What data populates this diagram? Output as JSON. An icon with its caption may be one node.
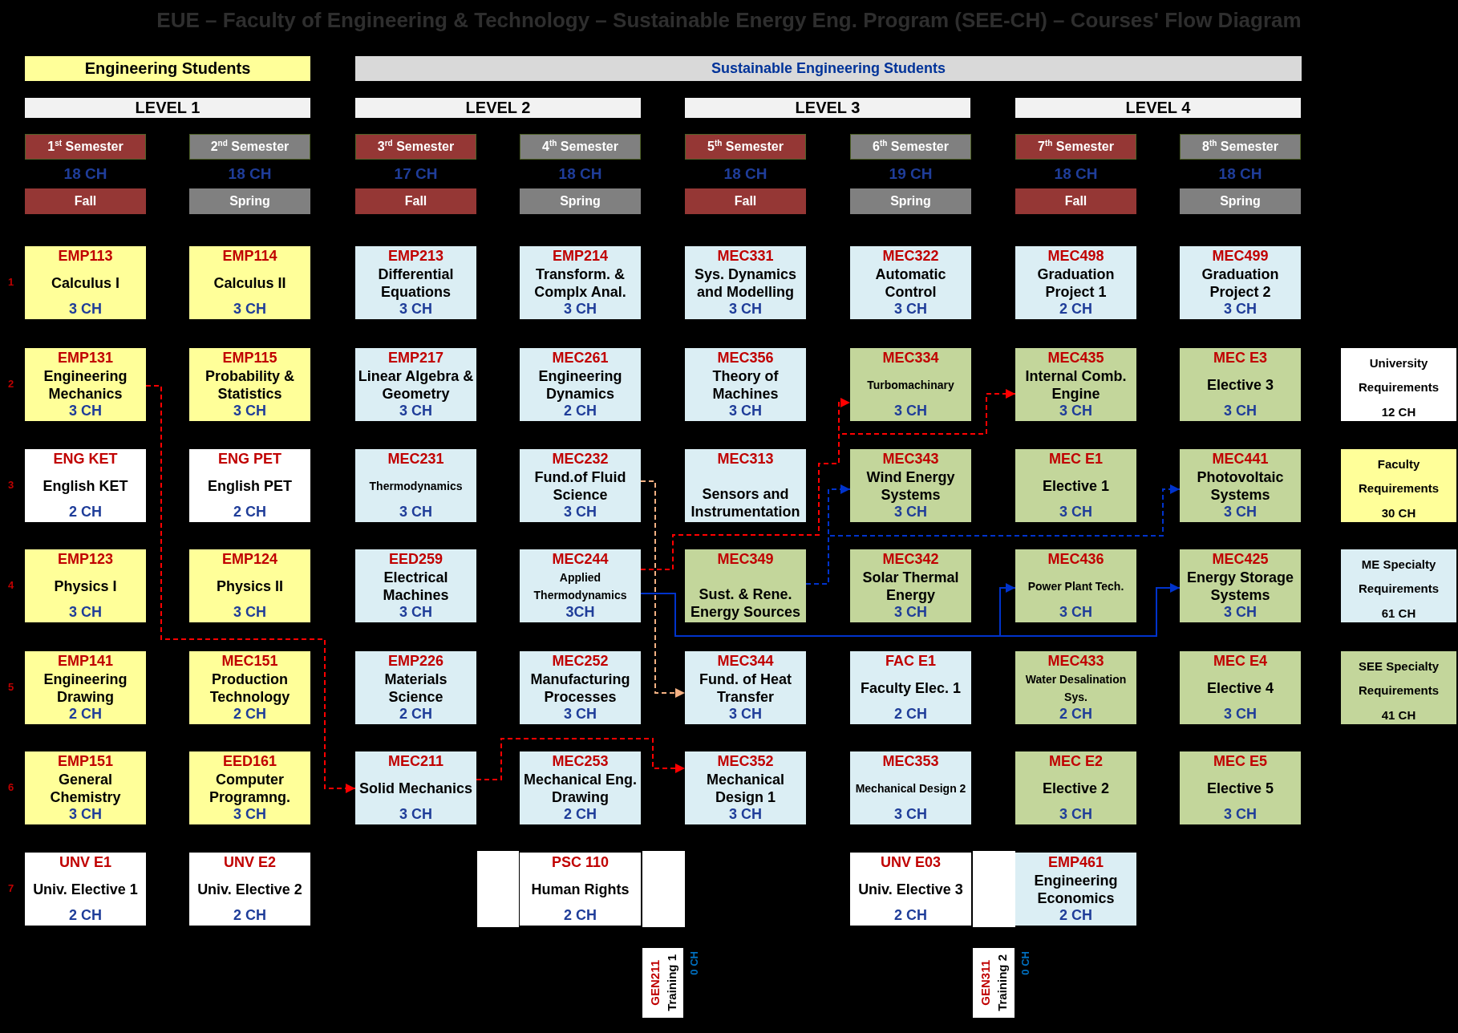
{
  "diagram": {
    "title": "EUE – Faculty of Engineering & Technology – Sustainable Energy Eng. Program (SEE-CH) – Courses' Flow Diagram",
    "nodes": [
      {
        "text": [
          "Engineering Students"
        ]
      },
      {
        "text": [
          "Sustainable Engineering Students"
        ]
      },
      {
        "text": [
          "LEVEL 1"
        ]
      },
      {
        "text": [
          "LEVEL 2"
        ]
      },
      {
        "text": [
          "LEVEL 3"
        ]
      },
      {
        "text": [
          "LEVEL 4"
        ]
      },
      {
        "text": [
          "1$^{st}$ Semester"
        ]
      },
      {
        "text": [
          "2$^{nd}$ Semester"
        ]
      },
      {
        "text": [
          "3$^{rd}$ Semester"
        ]
      },
      {
        "text": [
          "4$^{th}$ Semester"
        ]
      },
      {
        "text": [
          "5$^{th}$ Semester"
        ]
      },
      {
        "text": [
          "6$^{th}$ Semester"
        ]
      },
      {
        "text": [
          "7$^{th}$ Semester"
        ]
      },
      {
        "text": [
          "8$^{th}$ Semester"
        ]
      },
      {
        "text": [
          "Fall"
        ]
      },
      {
        "text": [
          "Spring"
        ]
      },
      {
        "text": [
          "Fall"
        ]
      },
      {
        "text": [
          "Spring"
        ]
      },
      {
        "text": [
          "Fall"
        ]
      },
      {
        "text": [
          "Spring"
        ]
      },
      {
        "text": [
          "Fall"
        ]
      },
      {
        "text": [
          "Spring"
        ]
      },
      {
        "text": [
          "EMP113",
          "Calculus I",
          "3 CH"
        ]
      },
      {
        "text": [
          "EMP114",
          "Calculus II",
          "3 CH"
        ]
      },
      {
        "text": [
          "EMP213",
          "Differential Equations",
          "3 CH"
        ]
      },
      {
        "text": [
          "EMP214",
          "Transform. & Complx Anal.",
          "3 CH"
        ]
      },
      {
        "text": [
          "MEC331",
          "Sys. Dynamics and Modelling",
          "3 CH"
        ]
      },
      {
        "text": [
          "MEC322",
          "Automatic Control",
          "3 CH"
        ]
      },
      {
        "text": [
          "MEC498",
          "Graduation Project 1",
          "2 CH"
        ]
      },
      {
        "text": [
          "MEC499",
          "Graduation Project 2",
          "3 CH"
        ]
      },
      {
        "text": [
          "EMP131",
          "Engineering Mechanics",
          "3 CH"
        ]
      },
      {
        "text": [
          "EMP115",
          "Probability & Statistics",
          "3 CH"
        ]
      },
      {
        "text": [
          "EMP217",
          "Linear Algebra & Geometry",
          "3 CH"
        ]
      },
      {
        "text": [
          "MEC261",
          "Engineering Dynamics",
          "2 CH"
        ]
      },
      {
        "text": [
          "MEC356",
          "Theory of Machines",
          "3 CH"
        ]
      },
      {
        "text": [
          "MEC334",
          "Turbomachinary",
          "3 CH"
        ]
      },
      {
        "text": [
          "MEC435",
          "Internal Comb. Engine",
          "3 CH"
        ]
      },
      {
        "text": [
          "MEC E3",
          "Elective 3",
          "3 CH"
        ]
      },
      {
        "text": [
          "University Requirements",
          "12 CH"
        ]
      },
      {
        "text": [
          "ENG KET",
          "English KET",
          "2 CH"
        ]
      },
      {
        "text": [
          "ENG PET",
          "English PET",
          "2 CH"
        ]
      },
      {
        "text": [
          "MEC231",
          "Thermodynamics",
          "3 CH"
        ]
      },
      {
        "text": [
          "MEC232",
          "Fund.of Fluid Science",
          "3 CH"
        ]
      },
      {
        "text": [
          "MEC313",
          "Sensors and Instrumentation"
        ]
      },
      {
        "text": [
          "MEC343",
          "Wind Energy Systems",
          "3 CH"
        ]
      },
      {
        "text": [
          "MEC E1",
          "Elective 1",
          "3 CH"
        ]
      },
      {
        "text": [
          "MEC441",
          "Photovoltaic Systems",
          "3 CH"
        ]
      },
      {
        "text": [
          "Faculty Requirements",
          "30 CH"
        ]
      },
      {
        "text": [
          "EMP123",
          "Physics I",
          "3 CH"
        ]
      },
      {
        "text": [
          "EMP124",
          "Physics II",
          "3 CH"
        ]
      },
      {
        "text": [
          "EED259",
          "Electrical Machines",
          "3 CH"
        ]
      },
      {
        "text": [
          "MEC244",
          "Applied Thermodynamics",
          "3CH"
        ]
      },
      {
        "text": [
          "MEC349",
          "Sust. & Rene. Energy Sources"
        ]
      },
      {
        "text": [
          "MEC342",
          "Solar Thermal Energy",
          "3 CH"
        ]
      },
      {
        "text": [
          "MEC436",
          "Power Plant Tech.",
          "3 CH"
        ]
      },
      {
        "text": [
          "MEC425",
          "Energy Storage Systems",
          "3 CH"
        ]
      },
      {
        "text": [
          "ME Specialty Requirements",
          "61 CH"
        ]
      },
      {
        "text": [
          "EMP141",
          "Engineering Drawing",
          "2 CH"
        ]
      },
      {
        "text": [
          "MEC151",
          "Production Technology",
          "2 CH"
        ]
      },
      {
        "text": [
          "EMP226",
          "Materials Science",
          "2 CH"
        ]
      },
      {
        "text": [
          "MEC252",
          "Manufacturing Processes",
          "3 CH"
        ]
      },
      {
        "text": [
          "MEC344",
          "Fund. of Heat Transfer",
          "3 CH"
        ]
      },
      {
        "text": [
          "FAC E1",
          "Faculty Elec. 1",
          "2 CH"
        ]
      },
      {
        "text": [
          "MEC433",
          "Water Desalination Sys.",
          "2 CH"
        ]
      },
      {
        "text": [
          "MEC E4",
          "Elective 4",
          "3 CH"
        ]
      },
      {
        "text": [
          "SEE Specialty Requirements",
          "41 CH"
        ]
      },
      {
        "text": [
          "EMP151",
          "General Chemistry",
          "3 CH"
        ]
      },
      {
        "text": [
          "EED161",
          "Computer Programng.",
          "3 CH"
        ]
      },
      {
        "text": [
          "MEC211",
          "Solid Mechanics",
          "3 CH"
        ]
      },
      {
        "text": [
          "MEC253",
          "Mechanical Eng. Drawing",
          "2 CH"
        ]
      },
      {
        "text": [
          "MEC352",
          "Mechanical Design 1",
          "3 CH"
        ]
      },
      {
        "text": [
          "MEC353",
          "Mechanical Design 2",
          "3 CH"
        ]
      },
      {
        "text": [
          "MEC E2",
          "Elective 2",
          "3 CH"
        ]
      },
      {
        "text": [
          "MEC E5",
          "Elective 5",
          "3 CH"
        ]
      },
      {
        "text": [
          "UNV E1",
          "Univ. Elective 1",
          "2 CH"
        ]
      },
      {
        "text": [
          "UNV E2",
          "Univ. Elective 2",
          "2 CH"
        ]
      },
      {
        "text": [],
        "shape": "box"
      },
      {
        "text": [
          "PSC 110",
          "Human Rights",
          "2 CH"
        ]
      },
      {
        "text": [],
        "shape": "box"
      },
      {
        "text": [
          "UNV E03",
          "Univ. Elective 3",
          "2 CH"
        ]
      },
      {
        "text": [],
        "shape": "box"
      },
      {
        "text": [
          "EMP461",
          "Engineering Economics",
          "2 CH"
        ]
      },
      {
        "text": [
          "GEN211",
          "Training 1"
        ],
        "beside": [
          "0 CH"
        ]
      },
      {
        "text": [
          "GEN311",
          "Training 2"
        ],
        "beside": [
          "0 CH"
        ]
      }
    ],
    "edges": [
      {
        "from": 30,
        "to": 68,
        "arrow": "to",
        "style": "dashed"
      },
      {
        "from": 68,
        "to": 70,
        "arrow": "to",
        "style": "dashed"
      },
      {
        "from": 42,
        "to": 61,
        "arrow": "to",
        "style": "dashed",
        "color": "#f4b183"
      },
      {
        "from": 51,
        "to": 35,
        "arrow": "to",
        "style": "dashed"
      },
      {
        "from": 51,
        "to": 36,
        "arrow": "to",
        "style": "dashed"
      },
      {
        "from": 52,
        "to": 44,
        "arrow": "to",
        "style": "dashed",
        "color": "#0033cc"
      },
      {
        "from": 52,
        "to": 46,
        "arrow": "to",
        "style": "dashed",
        "color": "#0033cc"
      },
      {
        "from": 51,
        "to": 54,
        "arrow": "to",
        "color": "#0033cc"
      },
      {
        "from": 51,
        "to": 55,
        "arrow": "to",
        "color": "#0033cc"
      }
    ],
    "labels": [
      "18 CH",
      "18 CH",
      "17 CH",
      "18 CH",
      "18 CH",
      "19 CH",
      "18 CH",
      "18 CH",
      "1",
      "2",
      "3",
      "4",
      "5",
      "6",
      "7"
    ]
  }
}
